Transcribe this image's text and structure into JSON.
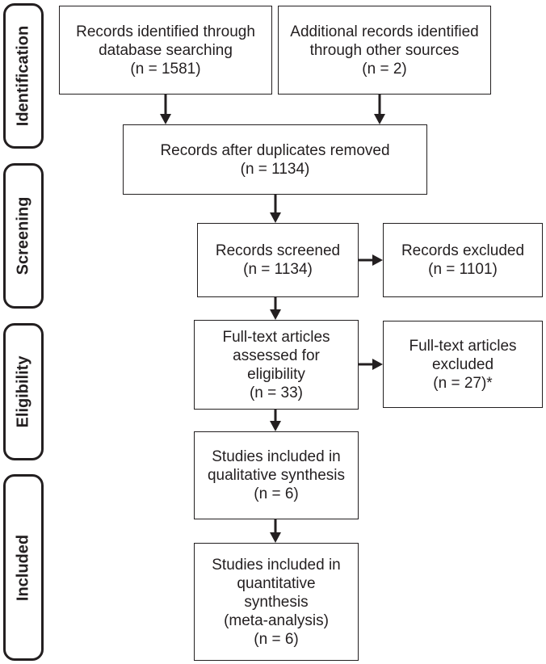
{
  "phases": {
    "identification": "Identification",
    "screening": "Screening",
    "eligibility": "Eligibility",
    "included": "Included"
  },
  "boxes": {
    "database": [
      "Records identified through",
      "database searching",
      "(n = 1581)"
    ],
    "other_sources": [
      "Additional records identified",
      "through other sources",
      "(n = 2)"
    ],
    "duplicates_removed": [
      "Records after duplicates removed",
      "(n = 1134)"
    ],
    "screened": [
      "Records screened",
      "(n = 1134)"
    ],
    "excluded": [
      "Records excluded",
      "(n = 1101)"
    ],
    "fulltext_assessed": [
      "Full-text articles",
      "assessed for",
      "eligibility",
      "(n = 33)"
    ],
    "fulltext_excluded": [
      "Full-text articles",
      "excluded",
      "(n = 27)*"
    ],
    "qualitative": [
      "Studies included in",
      "qualitative synthesis",
      "(n = 6)"
    ],
    "quantitative": [
      "Studies included in",
      "quantitative",
      "synthesis",
      "(meta-analysis)",
      "(n = 6)"
    ]
  }
}
